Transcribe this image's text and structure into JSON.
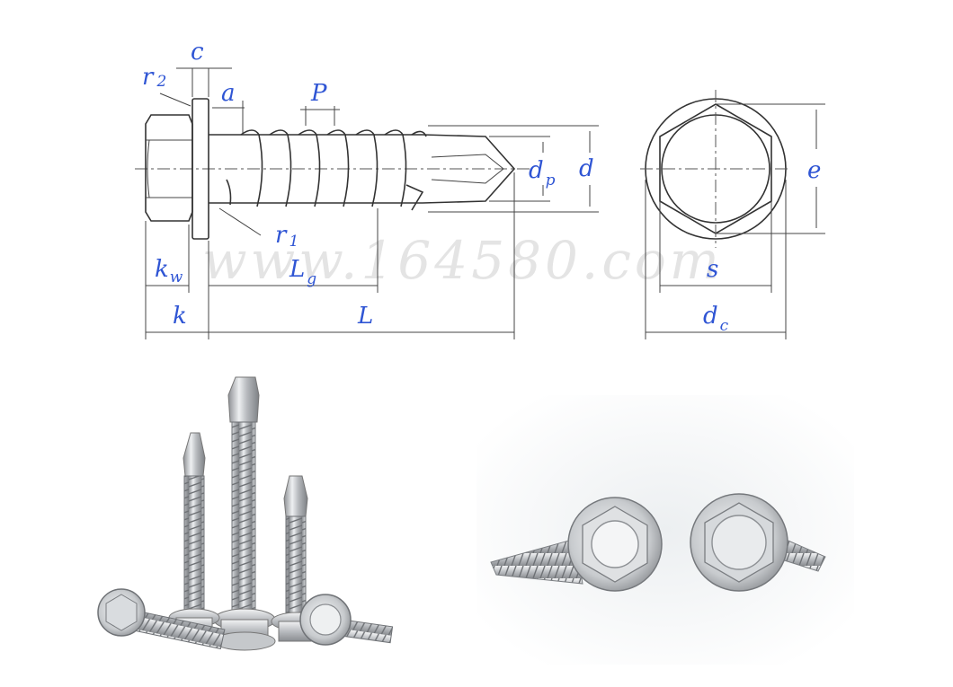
{
  "watermark": "www.164580.com",
  "labels": {
    "c": "c",
    "r2": "r",
    "r2_sub": "2",
    "a": "a",
    "P": "P",
    "dp": "d",
    "dp_sub": "p",
    "d": "d",
    "e": "e",
    "r1": "r",
    "r1_sub": "1",
    "kw": "k",
    "kw_sub": "w",
    "Lg": "L",
    "Lg_sub": "g",
    "k": "k",
    "L": "L",
    "s": "s",
    "dc": "d",
    "dc_sub": "c"
  },
  "colors": {
    "dimension_text": "#2f55d4",
    "line": "#333333",
    "metal": "#c9cbcd"
  }
}
